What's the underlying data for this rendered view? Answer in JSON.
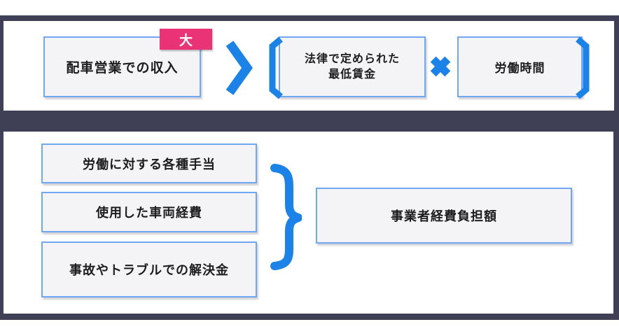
{
  "colors": {
    "accent_blue": "#1B82E8",
    "box_border_blue": "#6FA7F3",
    "panel_navy": "#3F4055",
    "tag_pink": "#EA3277",
    "box_fill": "#F4F4F6"
  },
  "top_panel": {
    "income_label": "配車営業での収入",
    "tag_label": "大",
    "operator_greater": ">",
    "wage_line1": "法律で定められた",
    "wage_line2": "最低賃金",
    "operator_multiply": "×",
    "hours_label": "労働時間"
  },
  "bottom_panel": {
    "items": [
      "労働に対する各種手当",
      "使用した車両経費",
      "事故やトラブルでの解決金"
    ],
    "result_label": "事業者経費負担額"
  },
  "icons": {
    "greater_than": "greater-than-icon",
    "multiply": "multiply-icon",
    "bracket_open": "bracket-open-icon",
    "bracket_close": "bracket-close-icon",
    "brace_right": "curly-brace-right-icon"
  }
}
